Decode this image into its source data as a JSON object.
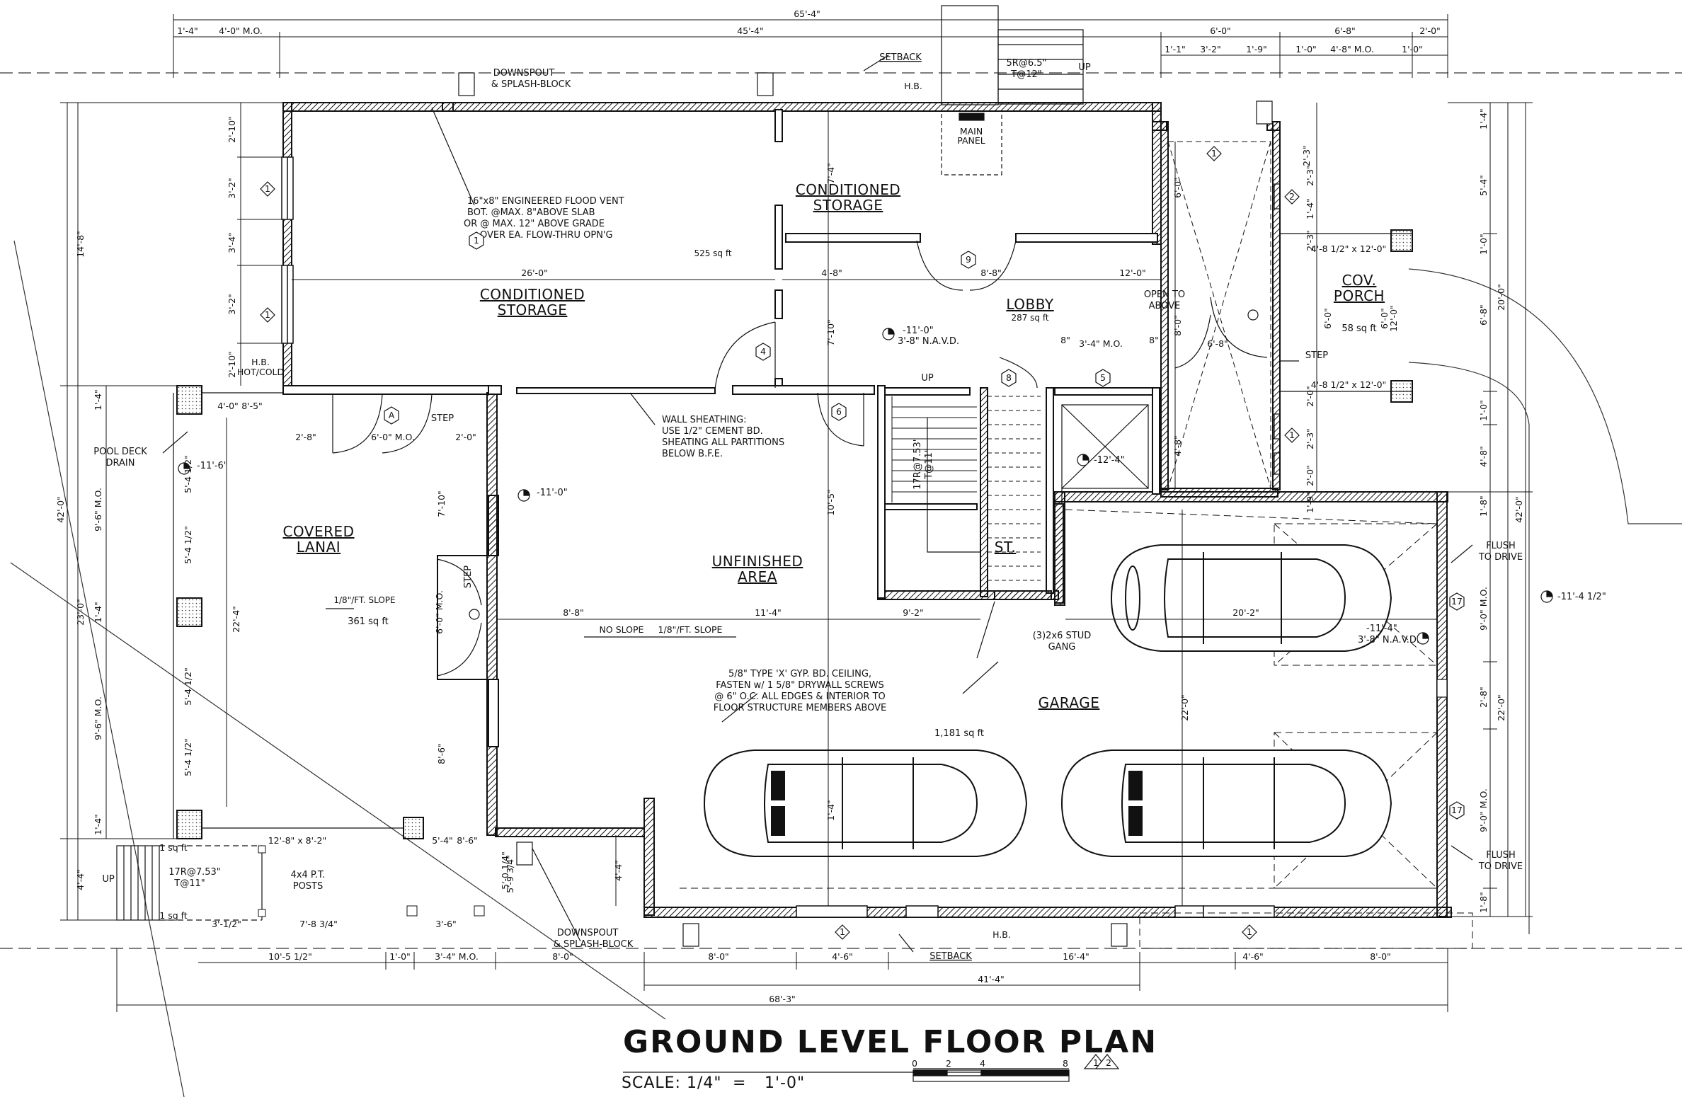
{
  "drawing": {
    "title": "GROUND LEVEL FLOOR PLAN",
    "scale_label": "SCALE: 1/4\"",
    "scale_eq": "=",
    "scale_value": "1'-0\"",
    "sheet_refs": [
      "1",
      "2"
    ],
    "scale_bar_ticks": [
      "0",
      "2",
      "4",
      "8"
    ]
  },
  "rooms": {
    "storage_upper": [
      "CONDITIONED",
      "STORAGE"
    ],
    "storage_main": [
      "CONDITIONED",
      "STORAGE"
    ],
    "storage_area": "525 sq ft",
    "lobby": "LOBBY",
    "lobby_area": "287 sq ft",
    "lanai": [
      "COVERED",
      "LANAI"
    ],
    "lanai_slope": "1/8\"/FT. SLOPE",
    "lanai_area": "361 sq ft",
    "unfinished": [
      "UNFINISHED",
      "AREA"
    ],
    "garage": "GARAGE",
    "garage_area": "1,181 sq ft",
    "porch": [
      "COV.",
      "PORCH"
    ],
    "porch_area": "58 sq ft",
    "stair": "ST.",
    "open_above": [
      "OPEN TO",
      "ABOVE"
    ],
    "main_panel": [
      "MAIN",
      "PANEL"
    ]
  },
  "notes": {
    "flood_vent": [
      "16\"x8\" ENGINEERED FLOOD VENT",
      "BOT. @MAX. 8\"ABOVE SLAB",
      "OR @ MAX. 12\" ABOVE GRADE",
      "OVER EA. FLOW-THRU OPN'G"
    ],
    "wall_sheathing": [
      "WALL SHEATHING:",
      "USE 1/2\" CEMENT BD.",
      "SHEATING ALL PARTITIONS",
      "BELOW B.F.E."
    ],
    "gyp_ceiling": [
      "5/8\" TYPE 'X' GYP. BD. CEILING,",
      "FASTEN w/ 1 5/8\" DRYWALL SCREWS",
      "@ 6\" O.C. ALL EDGES & INTERIOR TO",
      "FLOOR STRUCTURE MEMBERS ABOVE"
    ],
    "stud_gang": [
      "(3)2x6 STUD",
      "GANG"
    ],
    "downspout_top": [
      "DOWNSPOUT",
      "& SPLASH-BLOCK"
    ],
    "downspout_bottom": [
      "DOWNSPOUT",
      "& SPLASH-BLOCK"
    ],
    "setback_top": "SETBACK",
    "setback_bottom": "SETBACK",
    "pool_deck_drain": [
      "POOL DECK",
      "DRAIN"
    ],
    "posts": [
      "4x4 P.T.",
      "POSTS"
    ],
    "flush_drive_top": [
      "FLUSH",
      "TO DRIVE"
    ],
    "flush_drive_bottom": [
      "FLUSH",
      "TO DRIVE"
    ],
    "step_porch": "STEP",
    "step_lanai_top": "STEP",
    "step_lanai_side": "STEP",
    "hb_top": "H.B.",
    "hb_bottom": "H.B.",
    "hb_hot_cold": [
      "H.B.",
      "HOT/COLD"
    ],
    "no_slope": "NO SLOPE",
    "unf_slope": "1/8\"/FT. SLOPE",
    "stair_up": "UP",
    "stair_riser": [
      "17R@7.53\"",
      "T@11\""
    ],
    "stair_entry": [
      "5R@6.5\"",
      "T@12\""
    ],
    "stair_entry_up": "UP",
    "lanai_stair": [
      "17R@7.53\"",
      "T@11\""
    ],
    "lanai_stair_up": "UP",
    "sqft_small": "1 sq ft",
    "sqft_small2": "1 sq ft"
  },
  "elevations": {
    "lobby_floor": [
      "-11'-0\"",
      "3'-8\" N.A.V.D."
    ],
    "lanai_deck": "-11'-6\"",
    "unfinished": "-11'-0\"",
    "stair_landing": "-12'-4\"",
    "garage": [
      "-11'-4\"",
      "3'-8\" N.A.V.D."
    ],
    "drive": "-11'-4 1/2\""
  },
  "dimensions": {
    "overall_top": "65'-4\"",
    "top_row": [
      "1'-4\"",
      "4'-0\" M.O.",
      "45'-4\"",
      "6'-0\"",
      "6'-8\"",
      "2'-0\""
    ],
    "top_row2": [
      "1'-1\"",
      "3'-2\"",
      "1'-9\"",
      "1'-0\"",
      "4'-8\" M.O.",
      "1'-0\""
    ],
    "left_overall": "42'-0\"",
    "left_a": "14'-8\"",
    "left_b": "23'-0\"",
    "left_c": "4'-4\"",
    "left_col": [
      "1'-4\"",
      "9'-6\" M.O.",
      "1'-4\"",
      "9'-6\" M.O.",
      "1'-4\""
    ],
    "left_col_small": [
      "5'-4 1/2\"",
      "5'-4 1/2\"",
      "5'-4 1/2\"",
      "5'-4 1/2\""
    ],
    "window_col": [
      "2'-10\"",
      "3'-2\"",
      "3'-4\"",
      "3'-2\"",
      "2'-10\""
    ],
    "lanai_22": "22'-4\"",
    "lanai_opening": "6'-0\" M.O.",
    "lanai_door_w": "6'-0\" M.O.",
    "lanai_left_w": "2'-8\"",
    "lanai_step_w": "2'-0\"",
    "lanai_corner": [
      "4'-0\"",
      "8'-5\""
    ],
    "interior_7_10a": "7'-10\"",
    "interior_7_10b": "7'-10\"",
    "interior_7_4": "7'-4\"",
    "interior_10_5": "10'-5\"",
    "interior_8_6": "8'-6\"",
    "interior_4_8": "4'-8\"",
    "interior_26": "26'-0\"",
    "interior_8_8a": "8'-8\"",
    "interior_8_8b": "8'-8\"",
    "interior_12": "12'-0\"",
    "interior_11_4": "11'-4\"",
    "interior_9_2": "9'-2\"",
    "interior_20_2": "20'-2\"",
    "interior_22a": "22'-0\"",
    "interior_1_4": "1'-4\"",
    "interior_4_4": "4'-4\"",
    "interior_5_9_3_4": "5'-9 3/4\"",
    "lobby_small": [
      "8\"",
      "3'-4\" M.O.",
      "8\""
    ],
    "lobby_side": [
      "6'-0\"",
      "8'-0\"",
      "6'-8\"",
      "4'-8\"",
      "6'-0\"",
      "2'-3\""
    ],
    "right_col": [
      "1'-4\"",
      "2'-3\"",
      "2'-3\"",
      "2'-0\"",
      "2'-0\"",
      "2'-3\"",
      "1'-9\""
    ],
    "right_outer": [
      "1'-4\"",
      "5'-4\"",
      "1'-0\"",
      "6'-8\"",
      "1'-0\"",
      "4'-8\"",
      "1'-8\"",
      "9'-0\" M.O.",
      "2'-8\"",
      "9'-0\" M.O.",
      "1'-8\""
    ],
    "right_20": "20'-0\"",
    "right_42": "42'-0\"",
    "right_22": "22'-0\"",
    "porch_post": [
      "4'-8 1/2\" x 12'-0\"",
      "4'-8 1/2\" x 12'-0\""
    ],
    "porch_small": [
      "6'-0\"",
      "12'-0\""
    ],
    "bottom_row": [
      "10'-5 1/2\"",
      "1'-0\"",
      "3'-4\" M.O.",
      "8'-0\"",
      "8'-0\"",
      "4'-6\"",
      "16'-4\"",
      "4'-6\"",
      "8'-0\""
    ],
    "bottom_41": "41'-4\"",
    "bottom_overall": "68'-3\"",
    "bottom_lanai": [
      "3'-1/2\"",
      "7'-8 3/4\"",
      "3'-6\""
    ],
    "bottom_small": [
      "12'-8\" x 8'-2\"",
      "5'-4\"",
      "8'-6\"",
      "5'-0 1/4\""
    ]
  },
  "tags": {
    "window": "1",
    "door_2": "2",
    "door_4": "4",
    "door_5": "5",
    "door_6": "6",
    "door_8": "8",
    "door_9": "9",
    "door_17": "17",
    "door_A": "A"
  }
}
